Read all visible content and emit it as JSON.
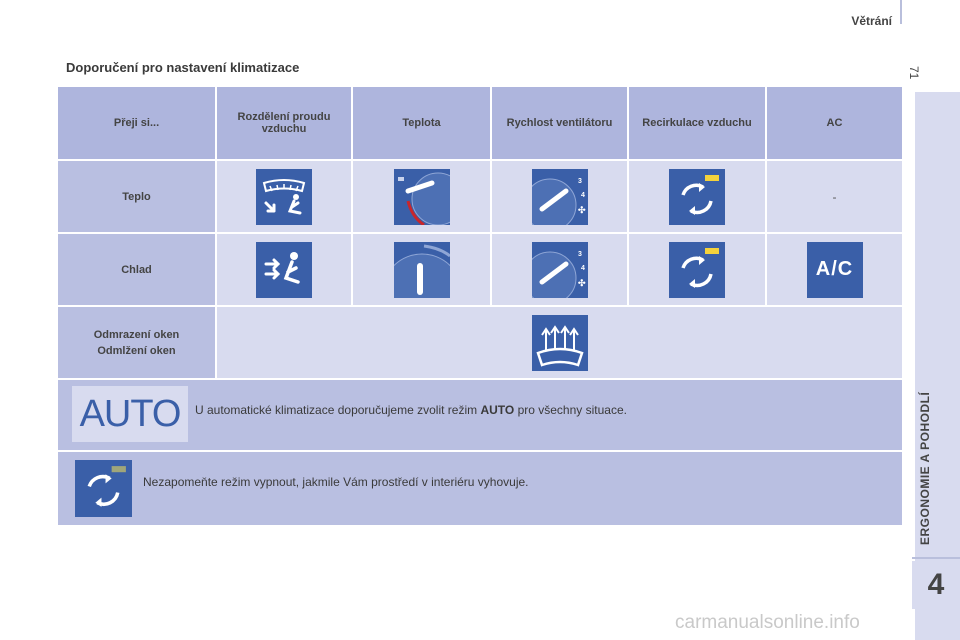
{
  "header": {
    "title": "Větrání",
    "page_number": "71"
  },
  "sidebar": {
    "chapter_label": "ERGONOMIE A POHODLÍ",
    "chapter_number": "4"
  },
  "section_title": "Doporučení pro nastavení klimatizace",
  "table": {
    "headers": [
      "Přeji si...",
      "Rozdělení proudu vzduchu",
      "Teplota",
      "Rychlost ventilátoru",
      "Recirkulace vzduchu",
      "AC"
    ],
    "rows": [
      {
        "label": "Teplo",
        "ac_value": "-"
      },
      {
        "label": "Chlad",
        "ac_icon_text": "A/C"
      },
      {
        "label_line1": "Odmrazení oken",
        "label_line2": "Odmlžení oken"
      }
    ]
  },
  "auto_note": {
    "badge": "AUTO",
    "text_before": "U automatické klimatizace doporučujeme zvolit režim",
    "text_bold": "AUTO",
    "text_after": "pro všechny situace."
  },
  "recirc_note": {
    "text": "Nezapomeňte režim vypnout, jakmile Vám prostředí v interiéru vyhovuje."
  },
  "watermark": "carmanualsonline.info",
  "colors": {
    "header_fill": "#aeb5dd",
    "body_fill": "#d8dbef",
    "icon_blue": "#3a5fa8",
    "indicator_yellow": "#f4d23c",
    "temp_red": "#c8262c"
  }
}
